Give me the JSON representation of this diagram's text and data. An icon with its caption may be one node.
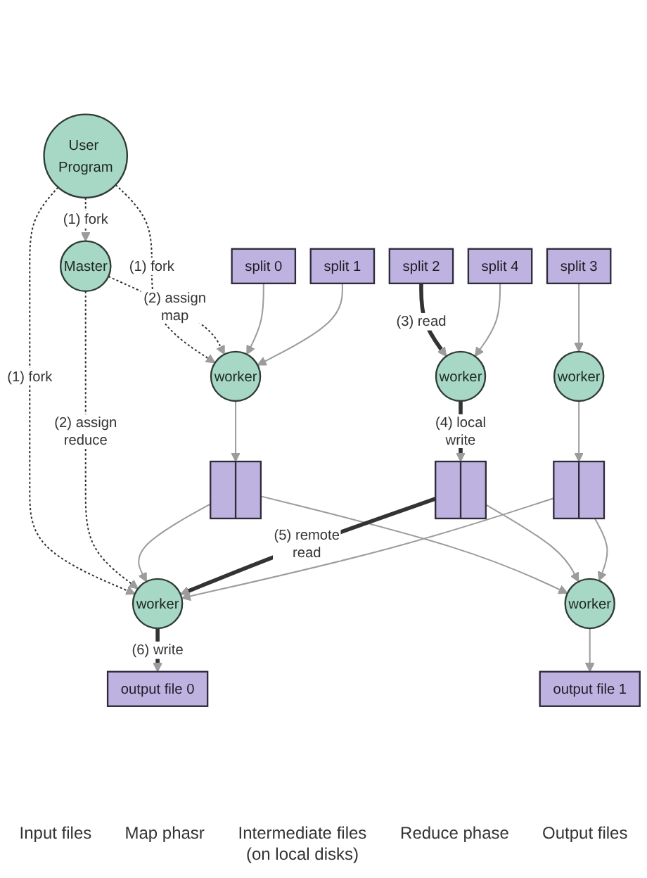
{
  "diagram": {
    "nodes": [
      {
        "text": [
          "User Program"
        ]
      },
      {
        "text": [
          "Master"
        ]
      },
      {
        "text": [
          "split 0"
        ]
      },
      {
        "text": [
          "split 1"
        ]
      },
      {
        "text": [
          "split 2"
        ]
      },
      {
        "text": [
          "split 3"
        ]
      },
      {
        "text": [
          "split 4"
        ]
      },
      {
        "text": [
          "worker"
        ]
      },
      {
        "text": [
          "worker"
        ]
      },
      {
        "text": [
          "worker"
        ]
      },
      {
        "text": [],
        "shape": "box"
      },
      {
        "text": [],
        "shape": "box"
      },
      {
        "text": [],
        "shape": "box"
      },
      {
        "text": [
          "worker"
        ]
      },
      {
        "text": [
          "worker"
        ]
      },
      {
        "text": [
          "output file 0"
        ]
      },
      {
        "text": [
          "output file 1"
        ]
      }
    ],
    "edges": [
      {
        "from": 0,
        "to": 7,
        "arrow": "to",
        "label": "(1) fork",
        "style": "dashed",
        "color": "#333333"
      },
      {
        "from": 0,
        "to": 1,
        "arrow": "to",
        "label": "(1) fork",
        "style": "dashed",
        "color": "#333333"
      },
      {
        "from": 0,
        "to": 13,
        "arrow": "to",
        "label": "(1) fork",
        "style": "dashed",
        "color": "#333333"
      },
      {
        "from": 1,
        "to": 7,
        "arrow": "to",
        "label": "(2) assign map",
        "style": "dashed",
        "color": "#333333"
      },
      {
        "from": 1,
        "to": 13,
        "arrow": "to",
        "label": "(2) assign reduce",
        "style": "dashed",
        "color": "#333333"
      },
      {
        "from": 2,
        "to": 7,
        "arrow": "to"
      },
      {
        "from": 3,
        "to": 7,
        "arrow": "to"
      },
      {
        "from": 4,
        "to": 8,
        "arrow": "to",
        "label": "(3) read",
        "style": "thick",
        "color": "#333333"
      },
      {
        "from": 5,
        "to": 9,
        "arrow": "to"
      },
      {
        "from": 6,
        "to": 8,
        "arrow": "to"
      },
      {
        "from": 7,
        "to": 10,
        "arrow": "to"
      },
      {
        "from": 8,
        "to": 11,
        "arrow": "to",
        "label": "(4) local write",
        "style": "thick",
        "color": "#333333"
      },
      {
        "from": 9,
        "to": 12,
        "arrow": "to"
      },
      {
        "from": 10,
        "to": 13,
        "arrow": "to"
      },
      {
        "from": 10,
        "to": 14,
        "arrow": "to"
      },
      {
        "from": 11,
        "to": 13,
        "arrow": "to",
        "label": "(5) remote read",
        "style": "thick",
        "color": "#333333"
      },
      {
        "from": 11,
        "to": 14,
        "arrow": "to"
      },
      {
        "from": 12,
        "to": 13,
        "arrow": "to"
      },
      {
        "from": 12,
        "to": 14,
        "arrow": "to"
      },
      {
        "from": 13,
        "to": 15,
        "arrow": "to",
        "label": "(6) write",
        "style": "thick",
        "color": "#333333"
      },
      {
        "from": 14,
        "to": 16,
        "arrow": "to"
      }
    ],
    "labels": [
      "Input files",
      "Map phasr",
      "Intermediate files (on local disks)",
      "Reduce phase",
      "Output files"
    ]
  }
}
